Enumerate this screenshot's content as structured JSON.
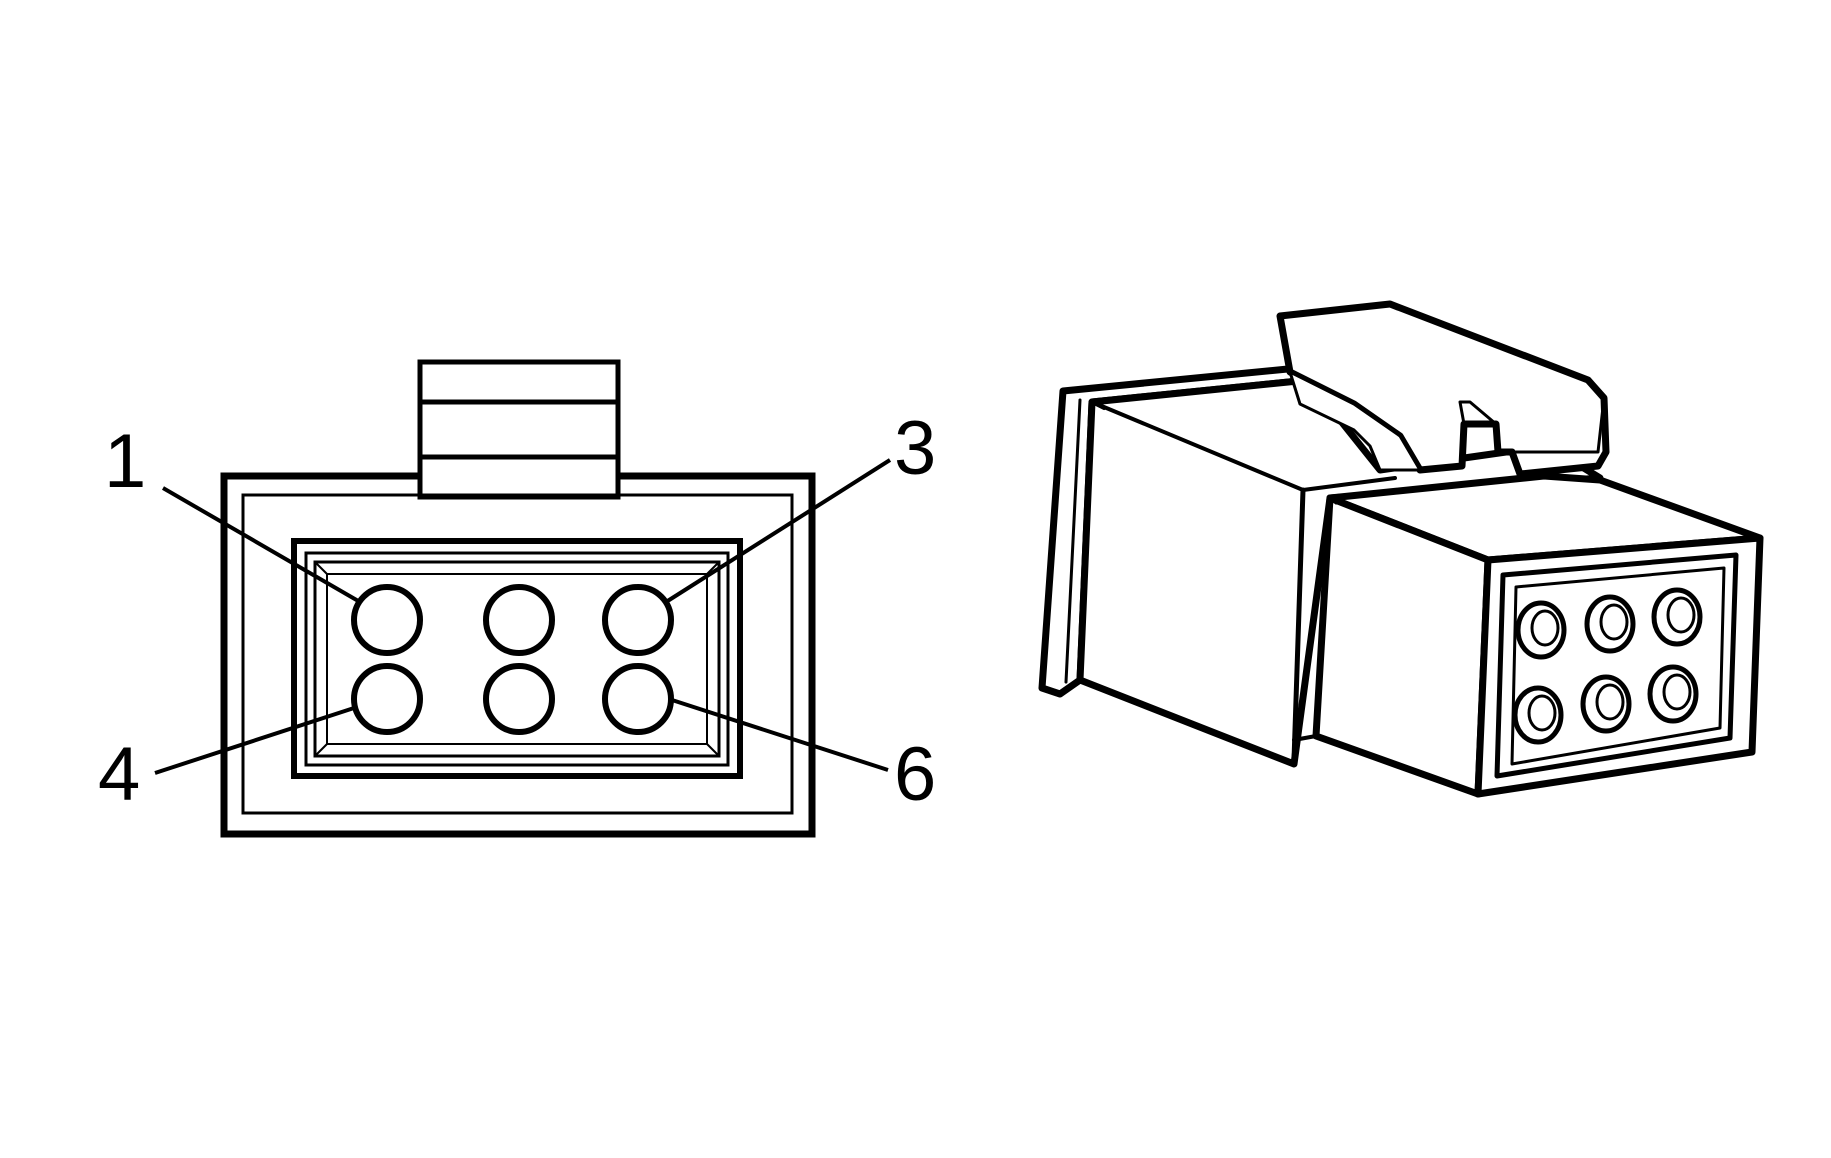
{
  "colors": {
    "line": "#000000",
    "fill": "#ffffff",
    "background": "#ffffff"
  },
  "front_view": {
    "cavity_count": 6,
    "labels": {
      "pin_1": "1",
      "pin_3": "3",
      "pin_4": "4",
      "pin_6": "6"
    }
  },
  "perspective_view": {
    "cavity_count": 6
  }
}
